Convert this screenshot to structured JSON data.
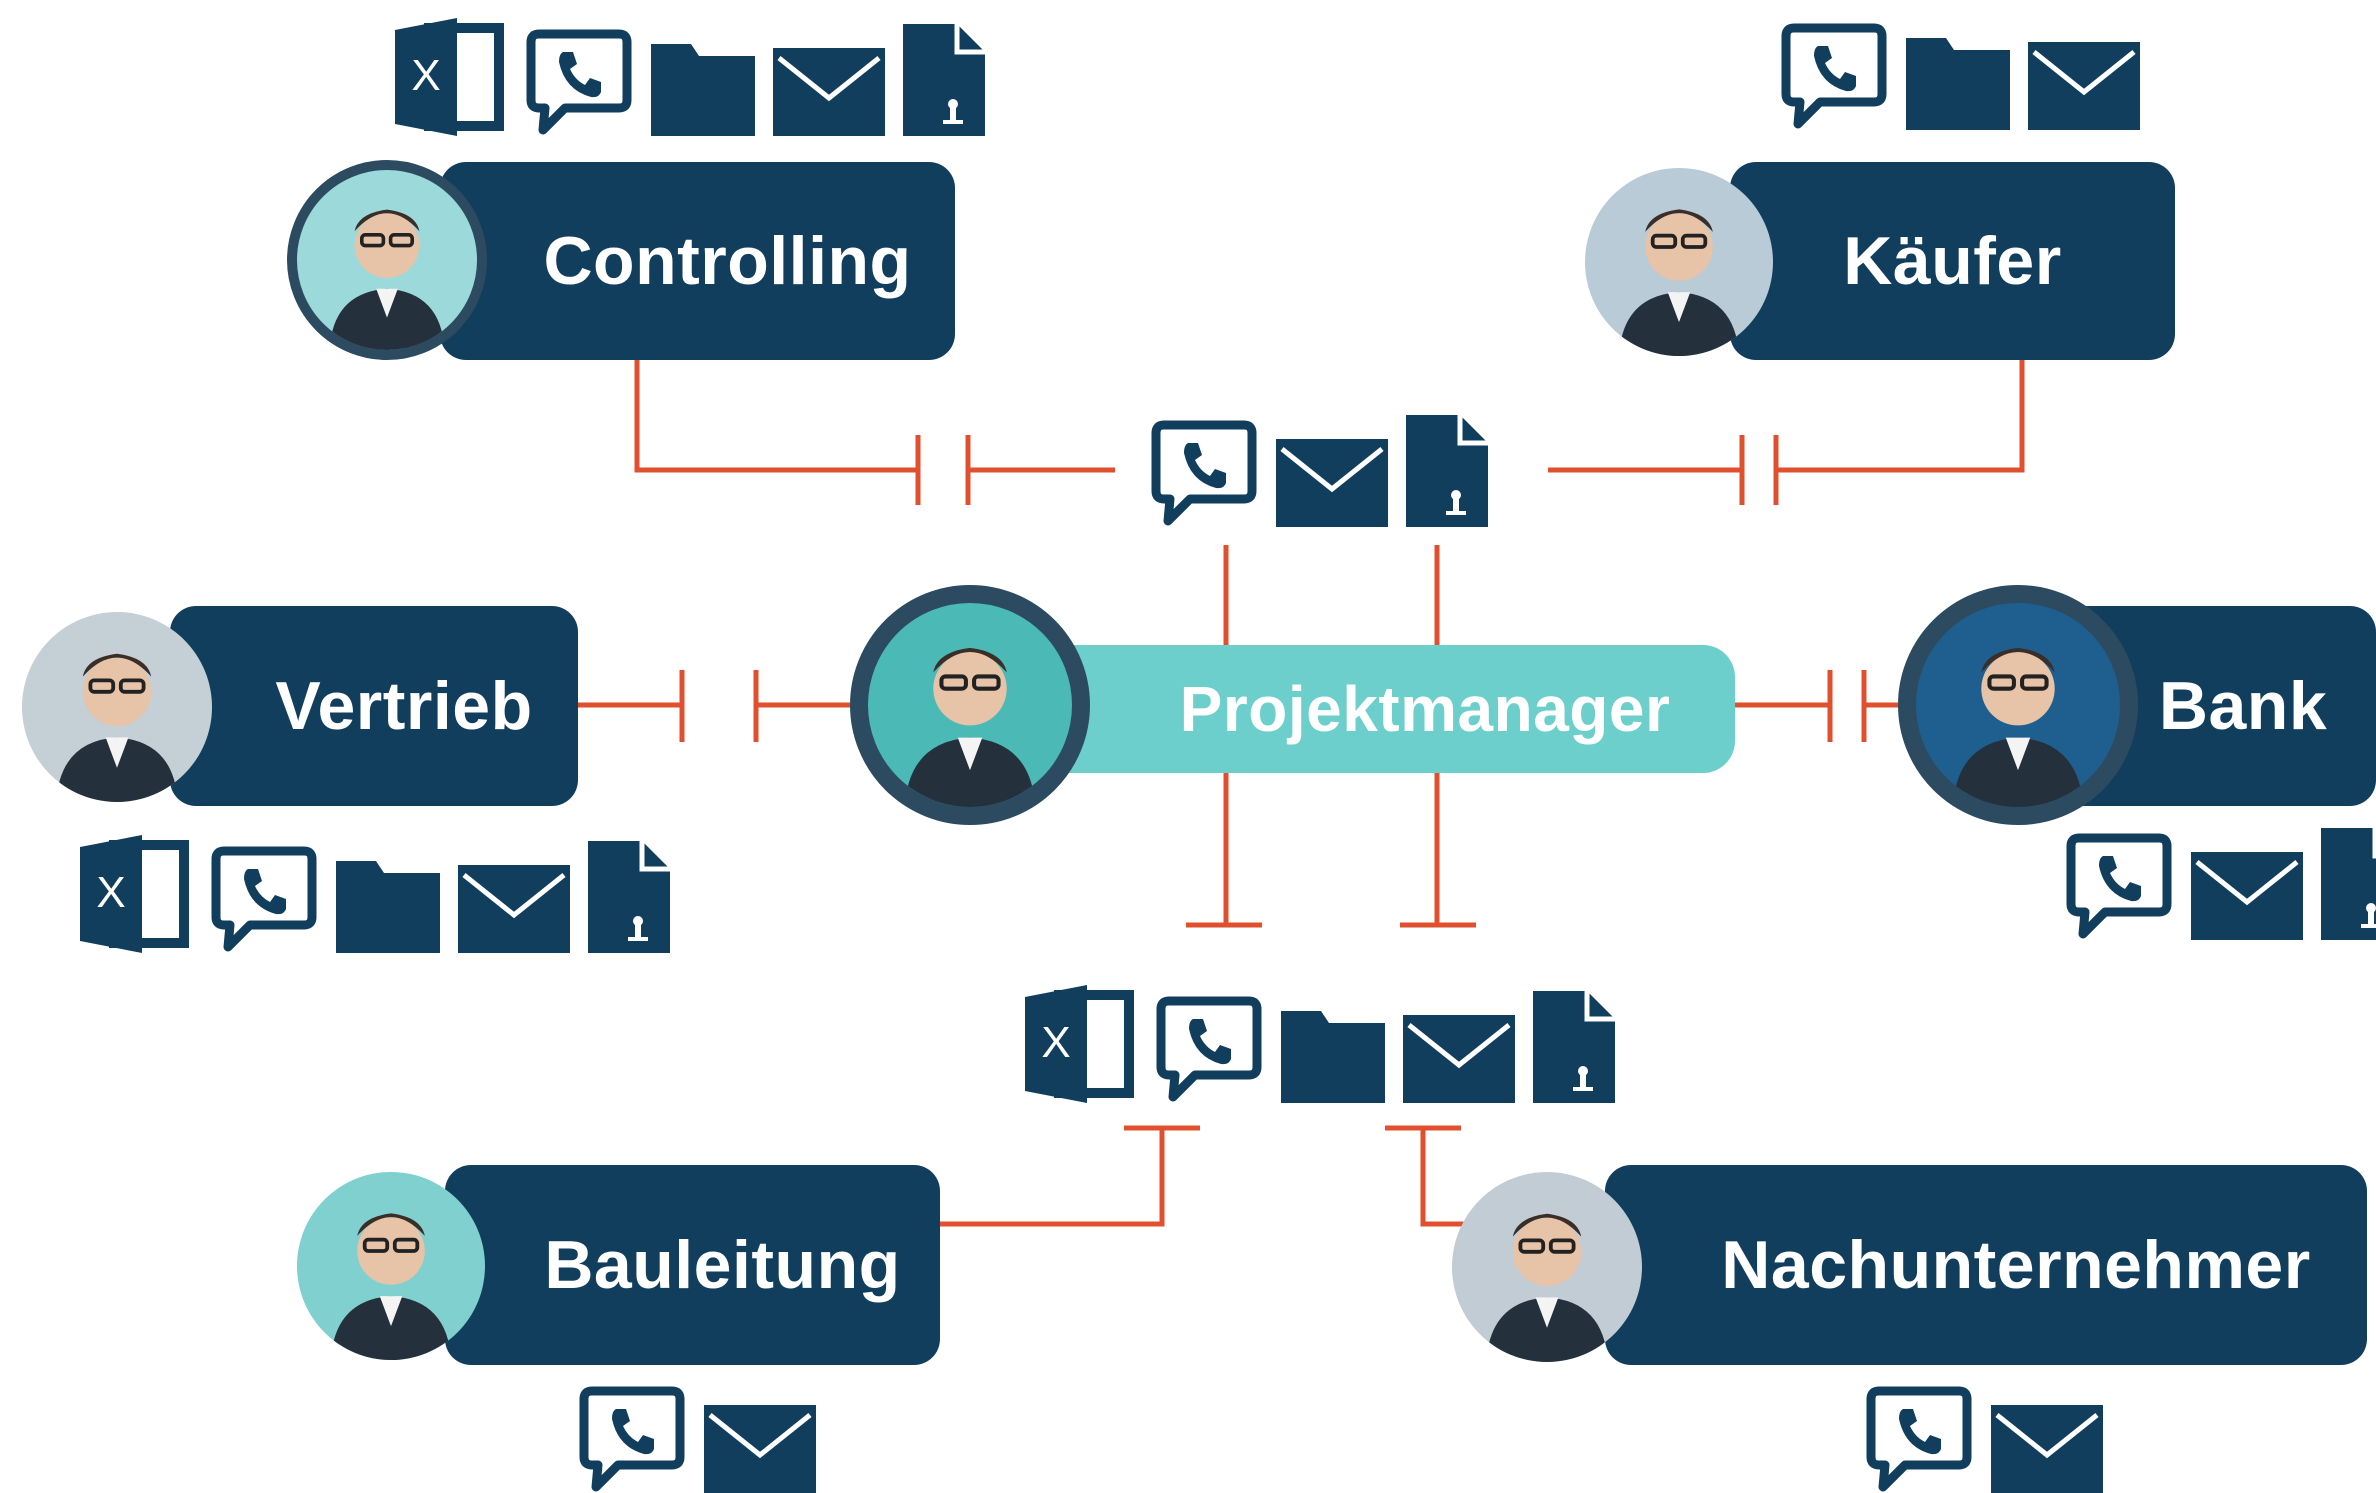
{
  "colors": {
    "navy": "#123e5e",
    "teal": "#6ccfcb",
    "connector": "#e0502e"
  },
  "center": {
    "label": "Projektmanager"
  },
  "nodes": {
    "controlling": {
      "label": "Controlling"
    },
    "kaeufer": {
      "label": "Käufer"
    },
    "vertrieb": {
      "label": "Vertrieb"
    },
    "bank": {
      "label": "Bank"
    },
    "bauleitung": {
      "label": "Bauleitung"
    },
    "nachunternehmer": {
      "label": "Nachunternehmer"
    }
  },
  "icon_groups": {
    "controlling": [
      "excel-icon",
      "phone-chat-icon",
      "folder-icon",
      "mail-icon",
      "document-icon"
    ],
    "kaeufer": [
      "phone-chat-icon",
      "folder-icon",
      "mail-icon"
    ],
    "top_center": [
      "phone-chat-icon",
      "mail-icon",
      "document-icon"
    ],
    "vertrieb": [
      "excel-icon",
      "phone-chat-icon",
      "folder-icon",
      "mail-icon",
      "document-icon"
    ],
    "bank": [
      "phone-chat-icon",
      "mail-icon",
      "document-icon"
    ],
    "bottom_center": [
      "excel-icon",
      "phone-chat-icon",
      "folder-icon",
      "mail-icon",
      "document-icon"
    ],
    "bauleitung": [
      "phone-chat-icon",
      "mail-icon"
    ],
    "nachunternehmer": [
      "phone-chat-icon",
      "mail-icon"
    ]
  }
}
